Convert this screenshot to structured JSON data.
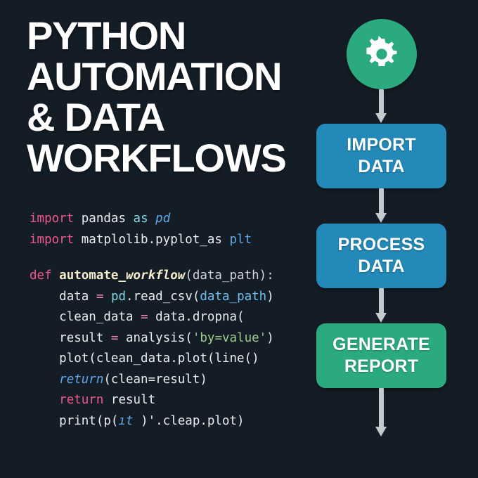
{
  "colors": {
    "background": "#141d26",
    "blue_node": "#2389b8",
    "green_node": "#2aaa7e",
    "arrow": "#c4cace",
    "title_text": "#ffffff",
    "keyword_pink": "#f0568f",
    "string_green": "#9ccc8f",
    "ident_blue": "#61a8e8",
    "ident_cyan": "#7fdbe8",
    "function_cream": "#f4efcf"
  },
  "title": {
    "lines": [
      "PYTHON",
      "AUTOMATION",
      "& DATA",
      "WORKFLOWS"
    ]
  },
  "code": {
    "lines": [
      [
        {
          "t": "import",
          "c": "kw-pink"
        },
        {
          "t": " ",
          "c": "id-white"
        },
        {
          "t": "pandas",
          "c": "id-white"
        },
        {
          "t": " ",
          "c": "id-white"
        },
        {
          "t": "as",
          "c": "id-cyan"
        },
        {
          "t": " ",
          "c": "id-white"
        },
        {
          "t": "pd",
          "c": "id-bluei"
        }
      ],
      [
        {
          "t": "import",
          "c": "kw-pink"
        },
        {
          "t": " ",
          "c": "id-white"
        },
        {
          "t": "matplolib",
          "c": "id-white"
        },
        {
          "t": ".",
          "c": "id-white"
        },
        {
          "t": "pyplot_as",
          "c": "id-white"
        },
        {
          "t": " ",
          "c": "id-white"
        },
        {
          "t": "plt",
          "c": "id-blue"
        }
      ],
      [],
      [
        {
          "t": "def",
          "c": "kw-pink"
        },
        {
          "t": " ",
          "c": "id-white"
        },
        {
          "t": "automate_",
          "c": "fn-cream-n"
        },
        {
          "t": "workflow",
          "c": "fn-cream"
        },
        {
          "t": "(",
          "c": "lt-gray"
        },
        {
          "t": "data_path",
          "c": "lt-gray"
        },
        {
          "t": "):",
          "c": "lt-gray"
        }
      ],
      [
        {
          "t": "    ",
          "c": "id-white"
        },
        {
          "t": "data",
          "c": "id-white"
        },
        {
          "t": " ",
          "c": "id-white"
        },
        {
          "t": "=",
          "c": "op-pink"
        },
        {
          "t": " ",
          "c": "id-white"
        },
        {
          "t": "pd",
          "c": "id-cyan"
        },
        {
          "t": ".read_csv(",
          "c": "id-white"
        },
        {
          "t": "data_path",
          "c": "lt-blue2"
        },
        {
          "t": ")",
          "c": "id-white"
        }
      ],
      [
        {
          "t": "    ",
          "c": "id-white"
        },
        {
          "t": "clean_data",
          "c": "id-white"
        },
        {
          "t": " ",
          "c": "id-white"
        },
        {
          "t": "=",
          "c": "op-pink"
        },
        {
          "t": " ",
          "c": "id-white"
        },
        {
          "t": "data.dropna(",
          "c": "id-white"
        }
      ],
      [
        {
          "t": "    ",
          "c": "id-white"
        },
        {
          "t": "result",
          "c": "id-white"
        },
        {
          "t": " ",
          "c": "id-white"
        },
        {
          "t": "=",
          "c": "op-pink"
        },
        {
          "t": " ",
          "c": "id-white"
        },
        {
          "t": "analysis(",
          "c": "id-white"
        },
        {
          "t": "'by=value'",
          "c": "str-green"
        },
        {
          "t": ")",
          "c": "id-white"
        }
      ],
      [
        {
          "t": "    ",
          "c": "id-white"
        },
        {
          "t": "plot(clean_data.plot(line()",
          "c": "id-white"
        }
      ],
      [
        {
          "t": "    ",
          "c": "id-white"
        },
        {
          "t": "return",
          "c": "id-bluei"
        },
        {
          "t": "(clean=result)",
          "c": "id-white"
        }
      ],
      [
        {
          "t": "    ",
          "c": "id-white"
        },
        {
          "t": "return",
          "c": "kw-pink"
        },
        {
          "t": " ",
          "c": "id-white"
        },
        {
          "t": "result",
          "c": "id-white"
        }
      ],
      [
        {
          "t": "    ",
          "c": "id-white"
        },
        {
          "t": "print(p(",
          "c": "id-white"
        },
        {
          "t": "ıt",
          "c": "id-bluei"
        },
        {
          "t": " )'.cleap.plot)",
          "c": "id-white"
        }
      ]
    ],
    "plain_text": "import pandas as pd\nimport matplolib.pyplot_as plt\n\ndef automate_workflow(data_path):\n    data = pd.read_csv(data_path)\n    clean_data = data.dropna(\n    result = analysis('by=value')\n    plot(clean_data.plot(line()\n    return(clean=result)\n    return result\n    print(p(ıt )'.cleap.plot)"
  },
  "flow": {
    "start_icon": "gear-icon",
    "nodes": [
      {
        "id": "import",
        "line1": "IMPORT",
        "line2": "DATA",
        "color": "#2389b8"
      },
      {
        "id": "process",
        "line1": "PROCESS",
        "line2": "DATA",
        "color": "#2389b8"
      },
      {
        "id": "report",
        "line1": "GENERATE",
        "line2": "REPORT",
        "color": "#2aaa7e"
      }
    ]
  }
}
